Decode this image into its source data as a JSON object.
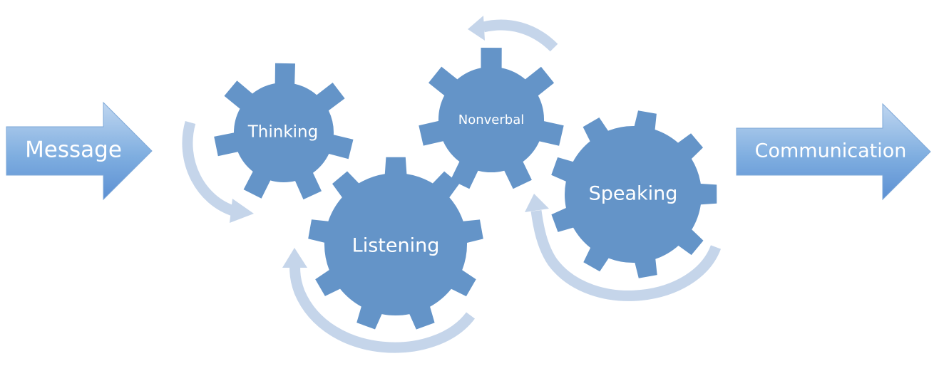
{
  "input_arrow": {
    "label": "Message"
  },
  "output_arrow": {
    "label": "Communication"
  },
  "gears": [
    {
      "id": "thinking",
      "label": "Thinking"
    },
    {
      "id": "listening",
      "label": "Listening"
    },
    {
      "id": "nonverbal",
      "label": "Nonverbal"
    },
    {
      "id": "speaking",
      "label": "Speaking"
    }
  ],
  "colors": {
    "gear_fill": "#6494C8",
    "arrow_fill_light": "#B9D3EF",
    "arrow_fill_dark": "#5F93D6",
    "cycle_arrow": "#C5D5EA",
    "text": "#FFFFFF"
  }
}
